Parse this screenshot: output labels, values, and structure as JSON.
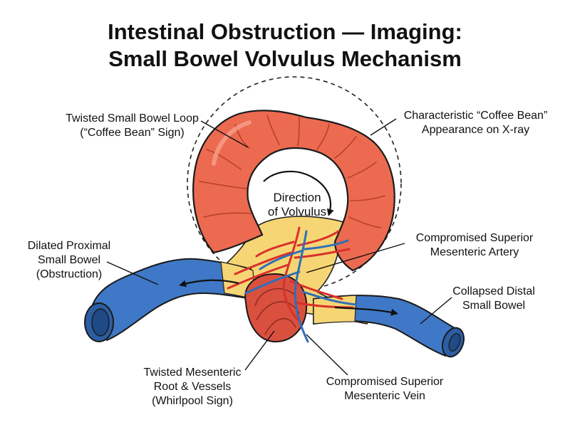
{
  "title": {
    "line1": "Intestinal Obstruction — Imaging:",
    "line2": "Small Bowel Volvulus Mechanism"
  },
  "labels": {
    "twisted_loop": [
      "Twisted Small Bowel Loop",
      "(“Coffee Bean” Sign)"
    ],
    "coffee_bean": [
      "Characteristic “Coffee Bean”",
      "Appearance on X-ray"
    ],
    "direction": [
      "Direction",
      "of Volvulus"
    ],
    "dilated": [
      "Dilated Proximal",
      "Small Bowel",
      "(Obstruction)"
    ],
    "artery": [
      "Compromised Superior",
      "Mesenteric Artery"
    ],
    "collapsed": [
      "Collapsed Distal",
      "Small Bowel"
    ],
    "mesenteric_root": [
      "Twisted Mesenteric",
      "Root & Vessels",
      "(Whirlpool Sign)"
    ],
    "vein": [
      "Compromised Superior",
      "Mesenteric Vein"
    ]
  },
  "colors": {
    "bowel_red": "#ec6a50",
    "bowel_red_dark": "#c9442f",
    "bowel_blue": "#3f78c6",
    "mesentery": "#f6d574",
    "artery": "#d9302b",
    "vein": "#2f6fb8"
  }
}
